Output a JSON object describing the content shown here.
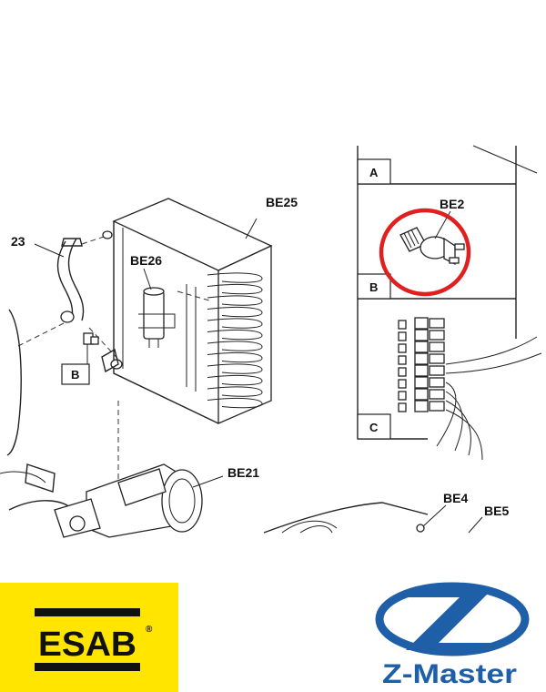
{
  "diagram": {
    "callouts": {
      "be25": "BE25",
      "be26": "BE26",
      "be2": "BE2",
      "be21": "BE21",
      "be4": "BE4",
      "be5": "BE5",
      "n23": "23"
    },
    "detail_boxes": {
      "a": "A",
      "b": "B",
      "c": "C",
      "b_left": "B"
    },
    "highlight_color": "#e02020"
  },
  "logos": {
    "esab": {
      "text": "ESAB",
      "registered": "®",
      "bg_color": "#ffe500"
    },
    "zmaster": {
      "text": "Z-Master",
      "color": "#1f5fa8"
    }
  }
}
